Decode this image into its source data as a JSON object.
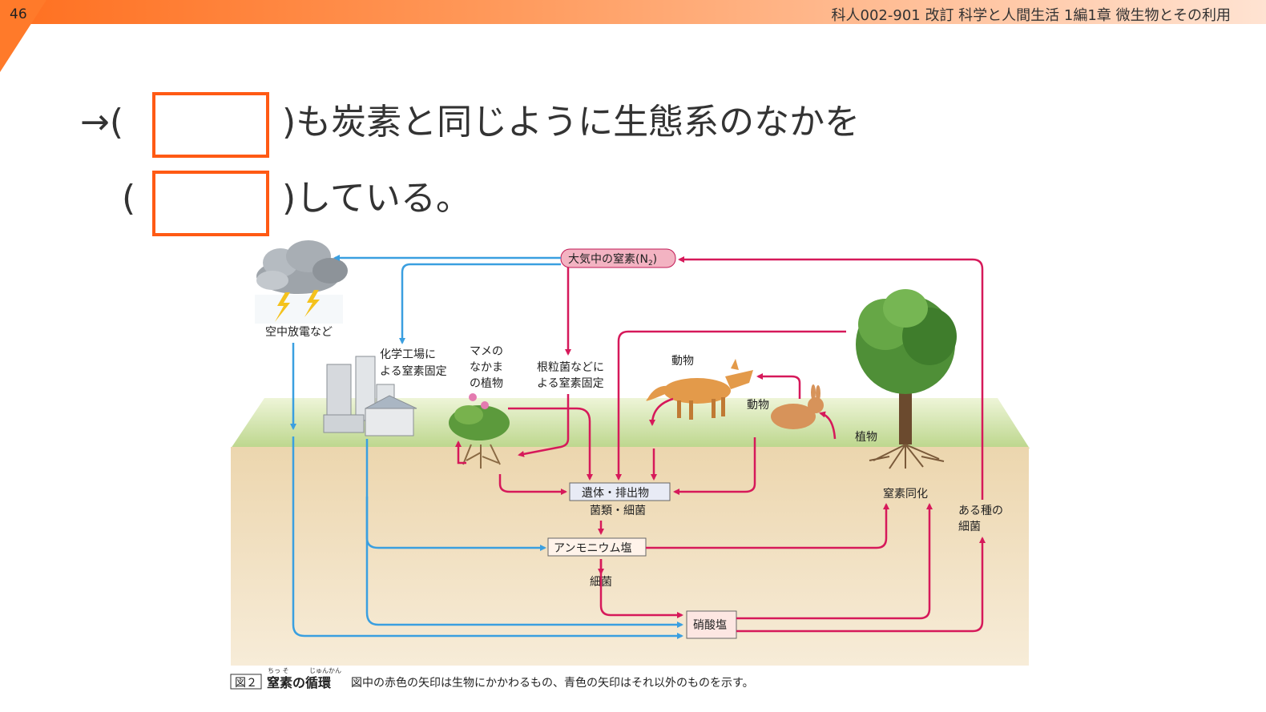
{
  "header": {
    "page_number": "46",
    "title": "科人002-901  改訂 科学と人間生活  1編1章  微生物とその利用"
  },
  "question": {
    "line1_prefix": "→(",
    "line1_suffix": ")も炭素と同じように生態系のなかを",
    "line2_prefix": "(",
    "line2_suffix": ")している。"
  },
  "diagram": {
    "atmosphere_label": "大気中の窒素(N",
    "atmosphere_sub": "2",
    "atmosphere_close": ")",
    "lightning_label": "空中放電など",
    "factory_label_1": "化学工場に",
    "factory_label_2": "よる窒素固定",
    "legume_label_1": "マメの",
    "legume_label_2": "なかま",
    "legume_label_3": "の植物",
    "rhizobia_label_1": "根粒菌などに",
    "rhizobia_label_2": "よる窒素固定",
    "animal_label_fox": "動物",
    "animal_label_rabbit": "動物",
    "plant_label": "植物",
    "remains_label": "遺体・排出物",
    "fungi_label": "菌類・細菌",
    "ammonium_label": "アンモニウム塩",
    "bacteria_label": "細菌",
    "nitrate_label": "硝酸塩",
    "assimilation_label": "窒素同化",
    "certain_bacteria_1": "ある種の",
    "certain_bacteria_2": "細菌"
  },
  "caption": {
    "fig_no": "図２",
    "title": "窒素の循環",
    "ruby_1": "ちっ そ",
    "ruby_2": "じゅんかん",
    "text": "図中の赤色の矢印は生物にかかわるもの、青色の矢印はそれ以外のものを示す。"
  },
  "colors": {
    "accent": "#ff5a14",
    "red_arrow": "#d6195a",
    "blue_arrow": "#3a9fe0",
    "ground": "#f1dfbd",
    "grass": "#c9dea0"
  }
}
